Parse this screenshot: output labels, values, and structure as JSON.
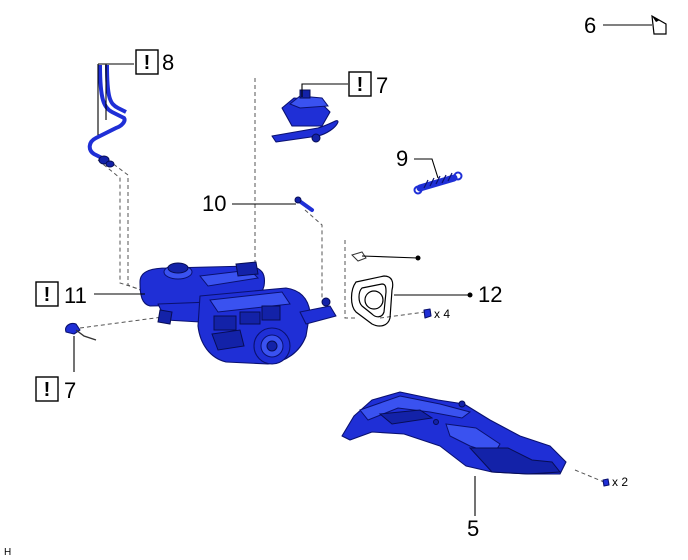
{
  "callouts": {
    "c5": "5",
    "c6": "6",
    "c7_top": "7",
    "c7_bottom": "7",
    "c8": "8",
    "c9": "9",
    "c10": "10",
    "c11": "11",
    "c12": "12"
  },
  "warning_symbol": "!",
  "quantities": {
    "bolts_x4": "x 4",
    "bolts_x2": "x 2"
  },
  "corner_letter": "H",
  "colors": {
    "part_fill": "#1f2fd6",
    "part_stroke": "#0a1170",
    "line": "#000000"
  }
}
